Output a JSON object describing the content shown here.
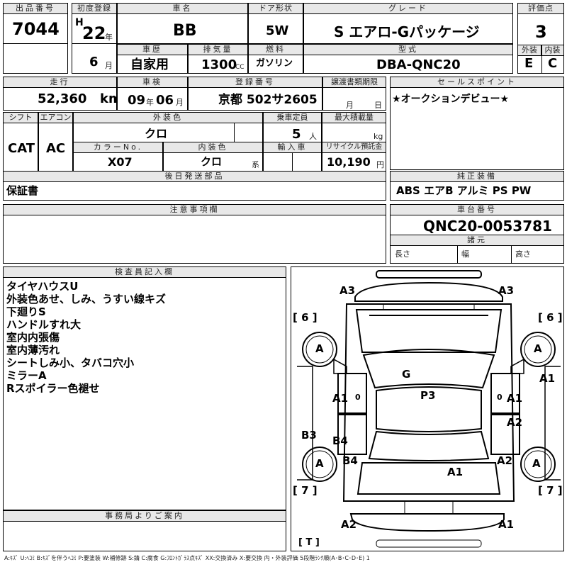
{
  "lot": {
    "label": "出品番号",
    "value": "7044"
  },
  "first_reg": {
    "label": "初度登録",
    "era": "H",
    "year": "22",
    "year_unit": "年",
    "month": "6",
    "month_unit": "月"
  },
  "car_name": {
    "label": "車名",
    "value": "BB"
  },
  "doors": {
    "label": "ドア形状",
    "value": "5W"
  },
  "grade": {
    "label": "グレード",
    "value": "S エアロ-Gパッケージ"
  },
  "score": {
    "label": "評価点",
    "value": "3",
    "ext_label": "外装",
    "ext_value": "E",
    "int_label": "内装",
    "int_value": "C"
  },
  "history": {
    "label": "車歴",
    "value": "自家用"
  },
  "displacement": {
    "label": "排気量",
    "value": "1300",
    "unit": "CC"
  },
  "fuel": {
    "label": "燃料",
    "value": "ガソリン"
  },
  "model": {
    "label": "型式",
    "value": "DBA-QNC20"
  },
  "mileage": {
    "label": "走行",
    "value": "52,360",
    "unit": "km"
  },
  "inspection": {
    "label": "車検",
    "year": "09",
    "year_unit": "年",
    "month": "06",
    "month_unit": "月"
  },
  "plate": {
    "label": "登録番号",
    "value": "京都 502サ2605"
  },
  "transfer": {
    "label": "譲渡書類期限",
    "month_unit": "月",
    "day_unit": "日"
  },
  "sales_point": {
    "label": "セールスポイント",
    "text": "★オークションデビュー★"
  },
  "shift": {
    "label": "シフト",
    "value": "CAT"
  },
  "aircon": {
    "label": "エアコン",
    "value": "AC"
  },
  "ext_color": {
    "label": "外装色",
    "value": "クロ"
  },
  "capacity": {
    "label": "乗車定員",
    "value": "5",
    "unit": "人"
  },
  "max_load": {
    "label": "最大積載量",
    "unit": "kg"
  },
  "color_no": {
    "label": "カラーNo.",
    "value": "X07"
  },
  "int_color": {
    "label": "内装色",
    "value": "クロ",
    "unit": "系"
  },
  "import": {
    "label": "輸入車"
  },
  "recycle": {
    "label": "リサイクル預託金",
    "value": "10,190",
    "unit": "円"
  },
  "later_parts": {
    "label": "後日発送部品",
    "value": "保証書"
  },
  "equipment": {
    "label": "純正装備",
    "value": "ABS エアB アルミ PS PW"
  },
  "caution": {
    "label": "注意事項欄"
  },
  "chassis": {
    "label": "車台番号",
    "value": "QNC20-0053781"
  },
  "specs": {
    "label": "諸元",
    "length": "長さ",
    "width": "幅",
    "height": "高さ"
  },
  "inspector": {
    "label": "検査員記入欄",
    "notes": [
      "タイヤハウスU",
      "外装色あせ、しみ、うすい線キズ",
      "下廻りS",
      "ハンドルすれ大",
      "室内内張傷",
      "室内薄汚れ",
      "シートしみ小、タバコ穴小",
      "ミラーA",
      "Rスポイラー色褪せ"
    ]
  },
  "office": {
    "label": "事務局よりご案内"
  },
  "diagram": {
    "marks": [
      "A3",
      "A3",
      "[ 6 ]",
      "[ 6 ]",
      "A",
      "A",
      "A1",
      "G",
      "A1",
      "0",
      "P3",
      "A1",
      "0",
      "A2",
      "B3",
      "B4",
      "A",
      "B4",
      "A2",
      "A",
      "A1",
      "[ 7 ]",
      "[ 7 ]",
      "A2",
      "A1",
      "[ T ]"
    ]
  },
  "legend": "A:ｷｽﾞ U:ﾍｺﾐ B:ｷｽﾞを伴うﾍｺﾐ P:要塗装 W:補修跡 S:錆 C:腐食 G:ﾌﾛﾝﾄｶﾞﾗｽ点ｷｽﾞ XX:交換済み X:要交換 内・外装評価 5段階ﾗﾝｸ順(A･B･C･D･E) 1"
}
